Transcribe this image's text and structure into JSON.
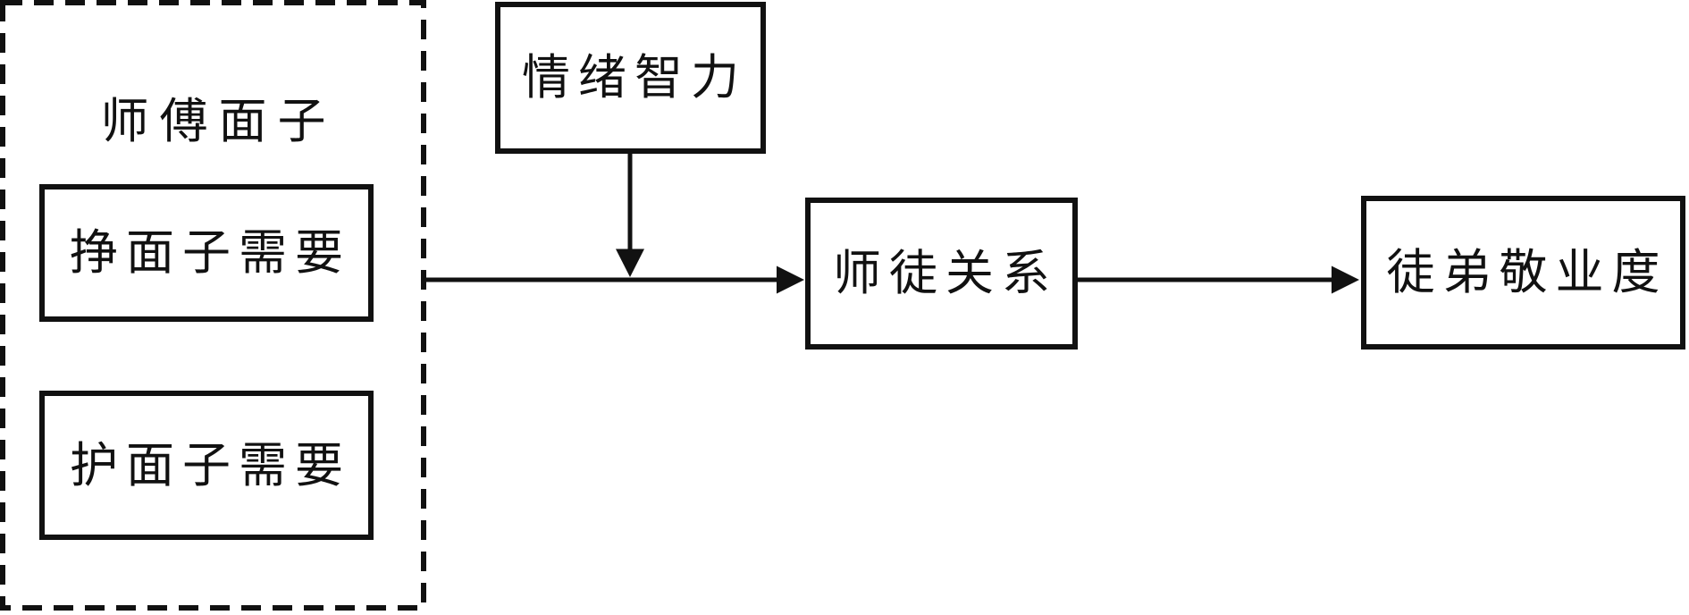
{
  "diagram": {
    "colors": {
      "stroke": "#111111",
      "background": "#ffffff"
    },
    "group": {
      "title": "师傅面子",
      "items": [
        {
          "label": "挣面子需要"
        },
        {
          "label": "护面子需要"
        }
      ]
    },
    "nodes": [
      {
        "label": "情绪智力"
      },
      {
        "label": "师徒关系"
      },
      {
        "label": "徒弟敬业度"
      }
    ],
    "edges": [
      {
        "from": "师傅面子",
        "to": "师徒关系",
        "style": "solid-arrow"
      },
      {
        "from": "情绪智力",
        "to": "师傅面子→师徒关系 连线",
        "style": "solid-arrow"
      },
      {
        "from": "师徒关系",
        "to": "徒弟敬业度",
        "style": "solid-arrow"
      }
    ]
  }
}
